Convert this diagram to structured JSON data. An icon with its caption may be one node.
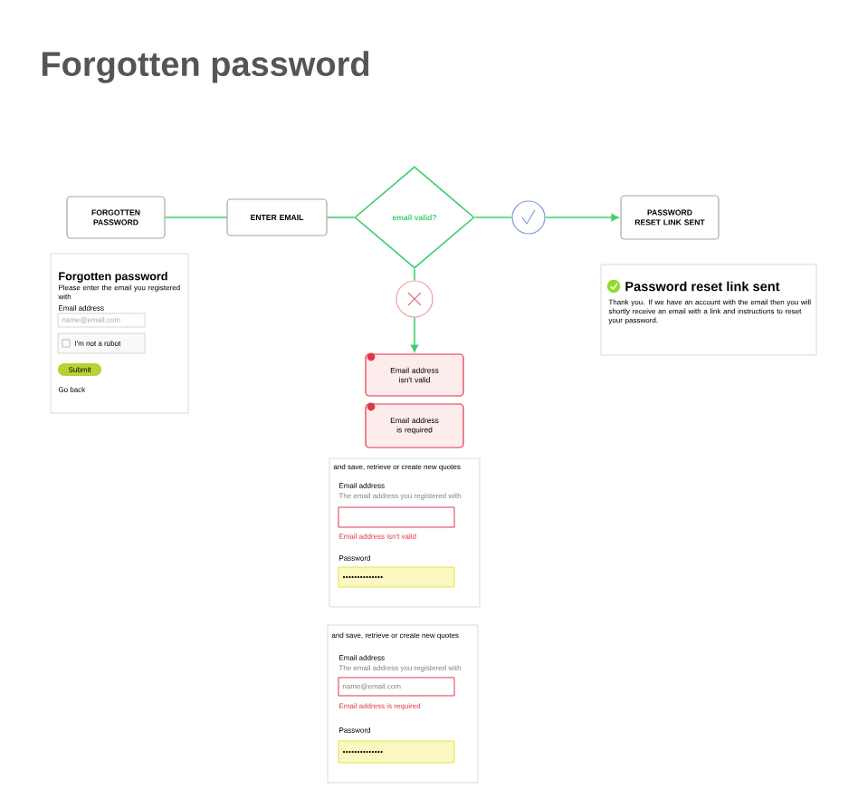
{
  "diagram": {
    "title": "Forgotten password",
    "nodes": [
      {
        "text": [
          "FORGOTTEN PASSWORD"
        ]
      },
      {
        "text": [
          "ENTER EMAIL"
        ]
      },
      {
        "text": [
          "email valid?"
        ]
      },
      {
        "text": [],
        "shape": "circle"
      },
      {
        "text": [
          "PASSWORD RESET LINK SENT"
        ]
      },
      {
        "text": [
          "Forgotten password",
          "Please enter the email you registered with",
          "Email address",
          "name@email.com",
          "I'm not a robot",
          "Submit",
          "Go back"
        ]
      },
      {
        "text": [],
        "shape": "circle"
      },
      {
        "text": [
          "Password reset link sent",
          "Thank you. If we have an account with the email then you will shortly receive an email with a link and instructions to reset your password."
        ]
      },
      {
        "text": [
          "Email address isn't valid"
        ]
      },
      {
        "text": [
          "Email address is required"
        ]
      },
      {
        "text": [
          "and save, retrieve or create new quotes",
          "Email address",
          "The email address you registered with",
          "Email address isn't valid",
          "Password"
        ]
      },
      {
        "text": [
          "and save, retrieve or create new quotes",
          "Email address",
          "The email address you registered with",
          "name@email.com",
          "Email address is required",
          "Password"
        ]
      }
    ],
    "edges": [
      {
        "from": 0,
        "to": 1,
        "arrow": "none"
      },
      {
        "from": 1,
        "to": 2,
        "arrow": "none"
      },
      {
        "from": 2,
        "to": 3,
        "arrow": "none"
      },
      {
        "from": 3,
        "to": 4,
        "arrow": "to"
      },
      {
        "from": 2,
        "to": 6,
        "arrow": "none"
      },
      {
        "from": 6,
        "to": 8,
        "arrow": "to"
      }
    ]
  }
}
